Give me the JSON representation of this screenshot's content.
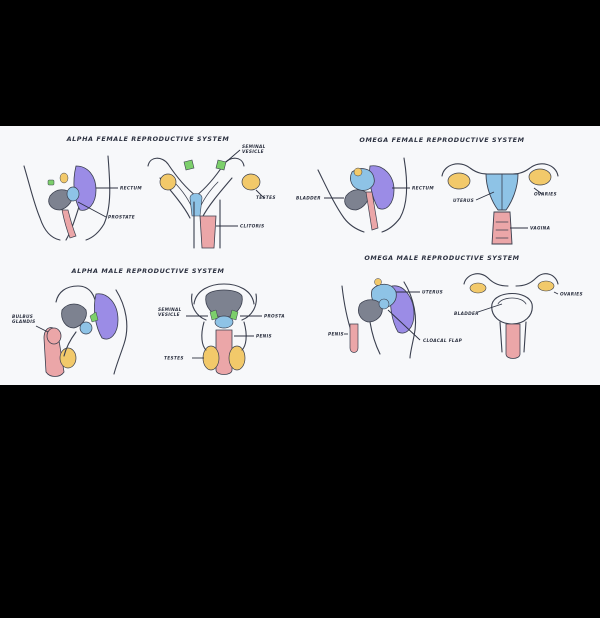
{
  "colors": {
    "background": "#000000",
    "sheet": "#f7f8fa",
    "purple": "#9b8ce6",
    "blue": "#8ec3e6",
    "green": "#7ccf6b",
    "yellow": "#f2c96a",
    "pink": "#eba6a8",
    "gray": "#7d8290",
    "ink": "#2c3140"
  },
  "panels": {
    "alpha_female": {
      "title": "ALPHA FEMALE REPRODUCTIVE SYSTEM",
      "labels": {
        "rectum": "RECTUM",
        "prostate": "PROSTATE",
        "seminal_vesicle": "SEMINAL\nVESICLE",
        "testes": "TESTES",
        "clitoris": "CLITORIS"
      }
    },
    "omega_female": {
      "title": "OMEGA FEMALE REPRODUCTIVE SYSTEM",
      "labels": {
        "bladder": "BLADDER",
        "rectum": "RECTUM",
        "uterus": "UTERUS",
        "ovaries": "OVARIES",
        "vagina": "VAGINA"
      }
    },
    "alpha_male": {
      "title": "ALPHA MALE REPRODUCTIVE SYSTEM",
      "labels": {
        "bulbus_glandis": "BULBUS\nGLANDIS",
        "seminal_vesicle": "SEMINAL\nVESICLE",
        "prostate": "PROSTA",
        "penis": "PENIS",
        "testes": "TESTES"
      }
    },
    "omega_male": {
      "title": "OMEGA MALE REPRODUCTIVE SYSTEM",
      "labels": {
        "uterus": "UTERUS",
        "ovaries": "OVARIES",
        "bladder": "BLADDER",
        "penis": "PENIS",
        "cloacal_flap": "CLOACAL FLAP"
      }
    }
  }
}
